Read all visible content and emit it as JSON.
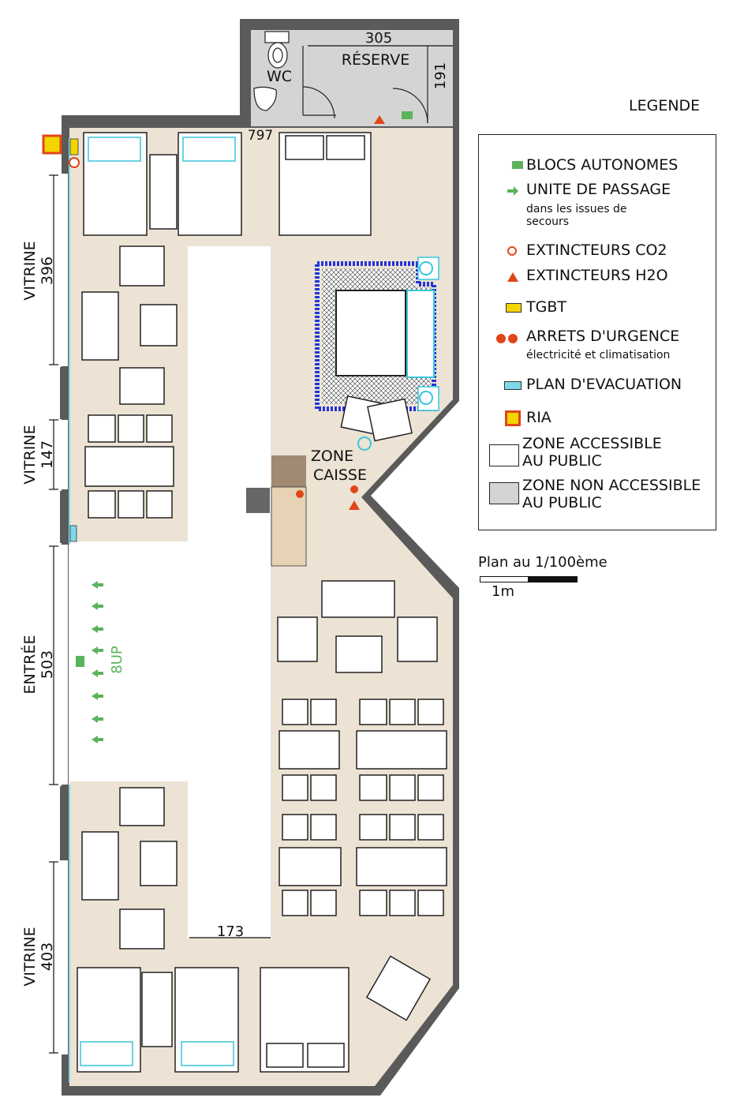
{
  "labels": {
    "wc": "WC",
    "reserve": "RÉSERVE",
    "dim_305": "305",
    "dim_191": "191",
    "dim_797": "797",
    "vitrine1": "VITRINE",
    "vitrine1_dim": "396",
    "vitrine2": "VITRINE",
    "vitrine2_dim": "147",
    "entree": "ENTRÉE",
    "entree_dim": "503",
    "vitrine3": "VITRINE",
    "vitrine3_dim": "403",
    "zone_caisse_1": "ZONE",
    "zone_caisse_2": "CAISSE",
    "up": "8UP",
    "dim_173": "173"
  },
  "legend": {
    "title": "LEGENDE",
    "items": [
      {
        "label": "BLOCS AUTONOMES",
        "sub": "",
        "icon": "green-block-icon"
      },
      {
        "label": "UNITE DE PASSAGE",
        "sub": "dans les issues de secours",
        "icon": "green-arrow-icon"
      },
      {
        "label": "EXTINCTEURS CO2",
        "sub": "",
        "icon": "extinguisher-co2-icon"
      },
      {
        "label": "EXTINCTEURS H2O",
        "sub": "",
        "icon": "extinguisher-h2o-icon"
      },
      {
        "label": "TGBT",
        "sub": "",
        "icon": "tgbt-icon"
      },
      {
        "label": "ARRETS D'URGENCE",
        "sub": "électricité et climatisation",
        "icon": "emergency-stop-icon"
      },
      {
        "label": "PLAN D'EVACUATION",
        "sub": "",
        "icon": "evacuation-plan-icon"
      },
      {
        "label": "RIA",
        "sub": "",
        "icon": "ria-icon"
      },
      {
        "label": "ZONE ACCESSIBLE AU PUBLIC",
        "sub": "",
        "icon": "public-zone-icon"
      },
      {
        "label": "ZONE NON ACCESSIBLE AU PUBLIC",
        "sub": "",
        "icon": "private-zone-icon"
      }
    ],
    "scale_label": "Plan au 1/100ème",
    "scale_unit": "1m"
  },
  "colors": {
    "floor": "#ede3d4",
    "reserve": "#d4d4d4",
    "wall": "#5a5a5a",
    "green": "#5bb35b",
    "red": "#e0461a",
    "cyan": "#39c6dc",
    "blue": "#2233dd",
    "yellow": "#f2d400",
    "caisse_top": "#a08a74",
    "caisse_bottom": "#e6d2b4"
  }
}
